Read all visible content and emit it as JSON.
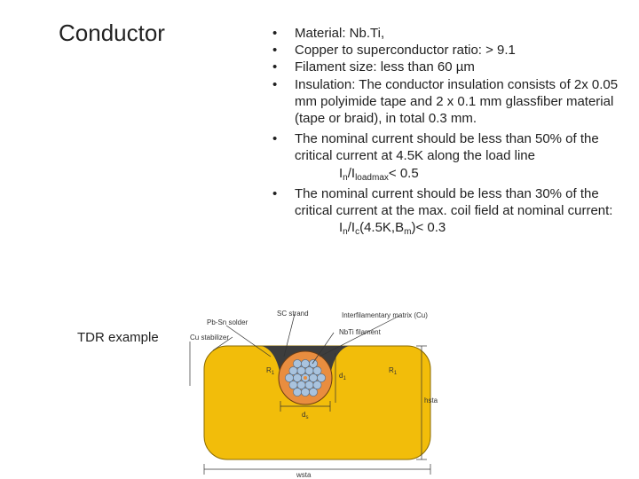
{
  "slide": {
    "title": "Conductor",
    "example_label": "TDR example"
  },
  "bullets": [
    {
      "text": "Material: Nb.Ti,"
    },
    {
      "text": "Copper to superconductor ratio: > 9.1"
    },
    {
      "text": "Filament size: less than 60 µm"
    },
    {
      "text": "Insulation: The conductor insulation consists of 2x 0.05 mm polyimide tape and 2 x 0.1 mm glassfiber material (tape or braid), in total 0.3 mm."
    },
    {
      "text": "The nominal current should be less than 50% of the critical current at 4.5K along the load line",
      "formula": {
        "a": "I",
        "a_sub": "n",
        "b": "/I",
        "b_sub": "loadmax",
        "rest": "< 0.5"
      }
    },
    {
      "text": "The nominal current should be less than 30% of the critical current at the max. coil field at nominal current:",
      "formula": {
        "a": "I",
        "a_sub": "n",
        "b": "/I",
        "b_sub": "c",
        "rest": "(4.5K,B",
        "rest_sub": "m",
        "end": ")< 0.3"
      }
    }
  ],
  "diagram": {
    "labels": {
      "sc_strand": "SC strand",
      "pb_sn_solder": "Pb-Sn solder",
      "interfilamentary": "Interfilamentary matrix (Cu)",
      "cu_stabilizer": "Cu stabilizer",
      "nbti_filament": "NbTi filament",
      "r1_left": "R",
      "r1_left_sub": "1",
      "r1_right": "R",
      "r1_right_sub": "1",
      "d1": "d",
      "d1_sub": "1",
      "ds": "d",
      "ds_sub": "s",
      "hsta": "hsta",
      "wsta": "wsta"
    },
    "colors": {
      "stabilizer": "#f2bd0a",
      "strand_ring": "#e98d3f",
      "filaments": "#a9c3de",
      "solder": "#3d3d3d"
    }
  }
}
